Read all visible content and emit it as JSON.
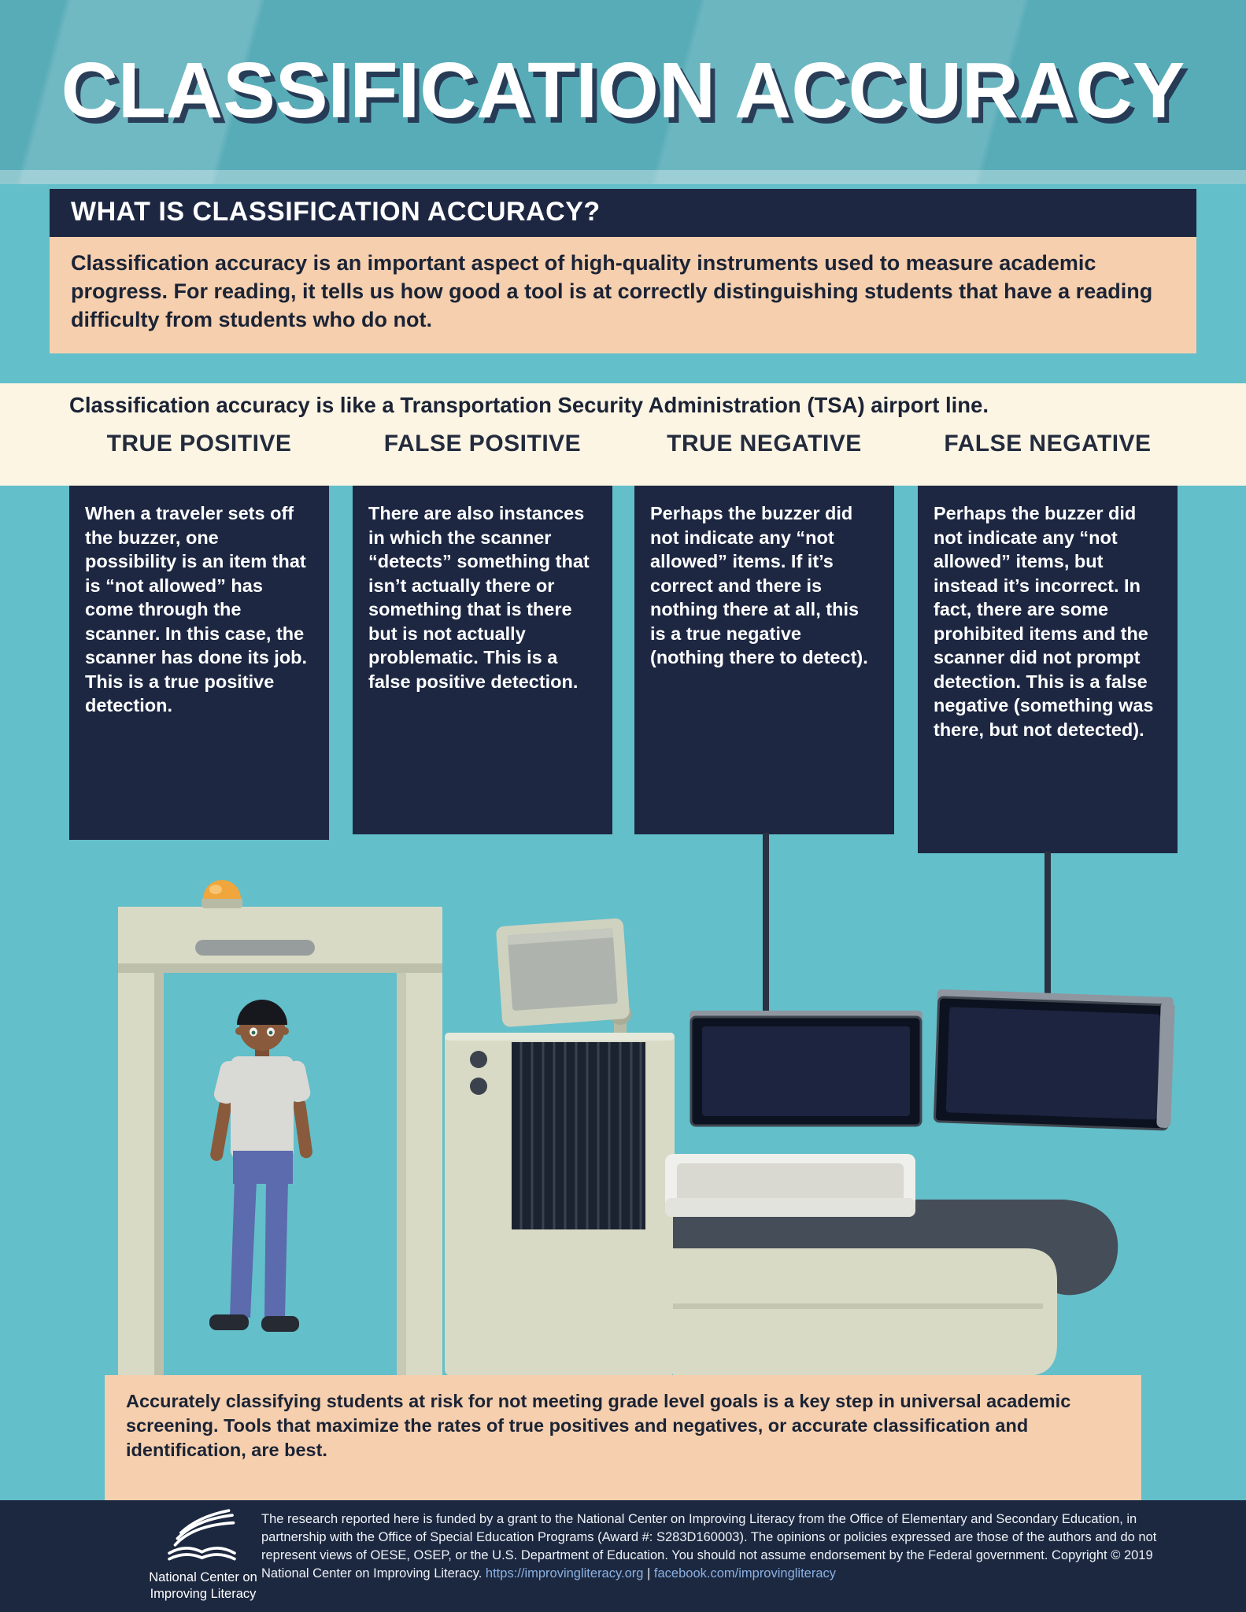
{
  "title": "CLASSIFICATION ACCURACY",
  "what_is": {
    "heading": "WHAT IS CLASSIFICATION ACCURACY?",
    "body": "Classification accuracy is an important aspect of high-quality instruments used to measure academic progress. For reading, it tells us how good a tool is at correctly distinguishing students that have a reading difficulty from students who do not."
  },
  "analogy": {
    "intro": "Classification accuracy is like a Transportation Security Administration (TSA) airport line.",
    "columns": [
      {
        "label": "TRUE POSITIVE",
        "text": "When a traveler sets off the buzzer, one possibility is an item that is “not allowed” has come through the scanner.  In this case, the scanner has done its job. This is a true positive detection."
      },
      {
        "label": "FALSE POSITIVE",
        "text": "There are also instances in which the scanner “detects” something that isn’t actually there or something that is there but is not actually problematic.  This is a false positive detection."
      },
      {
        "label": "TRUE NEGATIVE",
        "text": "Perhaps the buzzer did not indicate any “not allowed” items. If it’s correct and there is nothing there at all, this is a true negative (nothing there to detect)."
      },
      {
        "label": "FALSE NEGATIVE",
        "text": "Perhaps the buzzer did not indicate any “not allowed” items, but instead it’s incorrect. In fact, there are some prohibited items and the scanner did not prompt detection. This is a false negative (something was there, but not detected)."
      }
    ]
  },
  "bottom_note": "Accurately classifying students at risk for not meeting grade level goals is a key step in universal academic screening. Tools that maximize the rates of true positives and negatives, or accurate classification and identification, are best.",
  "footer": {
    "logo_line1": "National Center on",
    "logo_line2": "Improving Literacy",
    "funding_text": "The research reported here is funded by a grant to the National Center on Improving Literacy from the Office of Elementary and Secondary Education, in partnership with the Office of Special Education Programs (Award #: S283D160003). The opinions or policies expressed are those of the authors and do not represent views of OESE, OSEP, or the U.S. Department of Education. You should not assume endorsement by the Federal government. Copyright © 2019 National Center on Improving Literacy. ",
    "link1": "https://improvingliteracy.org",
    "separator": " | ",
    "link2": "facebook.com/improvingliteracy"
  },
  "icons": {
    "logo": "ncil-book-swoosh",
    "beacon": "alarm-beacon-light"
  },
  "colors": {
    "teal": "#63bfca",
    "teal_dark": "#58acb8",
    "navy": "#1d2742",
    "navy_deep": "#1c2840",
    "peach": "#f5cfae",
    "cream": "#fdf5e4",
    "link_blue": "#8ab1e2",
    "ink": "#1b2335",
    "beacon_orange": "#f0a63c",
    "machine_body": "#d8dac6",
    "belt_dark": "#454d58",
    "skin": "#8a5a3c",
    "shirt": "#d9d9d5",
    "pants": "#5c6aae"
  }
}
